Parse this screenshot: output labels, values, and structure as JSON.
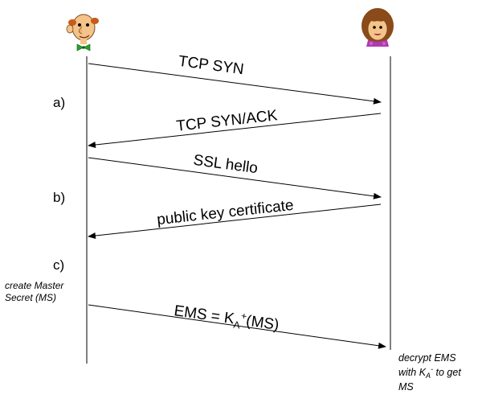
{
  "messages": [
    {
      "label": "TCP SYN",
      "direction": "right"
    },
    {
      "label": "TCP SYN/ACK",
      "direction": "left"
    },
    {
      "label": "SSL hello",
      "direction": "right"
    },
    {
      "label": "public key certificate",
      "direction": "left"
    },
    {
      "label_main": "EMS = K",
      "label_sub": "A",
      "label_sup": "+",
      "label_tail": "(MS)",
      "direction": "right"
    }
  ],
  "steps": [
    "a)",
    "b)",
    "c)"
  ],
  "left_note": [
    "create Master",
    "Secret (MS)"
  ],
  "right_note": {
    "line1": "decrypt EMS",
    "line2_pre": "with K",
    "line2_sub": "A",
    "line2_sup": "-",
    "line2_post": " to get",
    "line3": "MS"
  },
  "icons": [
    "client-person-icon",
    "server-person-icon"
  ]
}
